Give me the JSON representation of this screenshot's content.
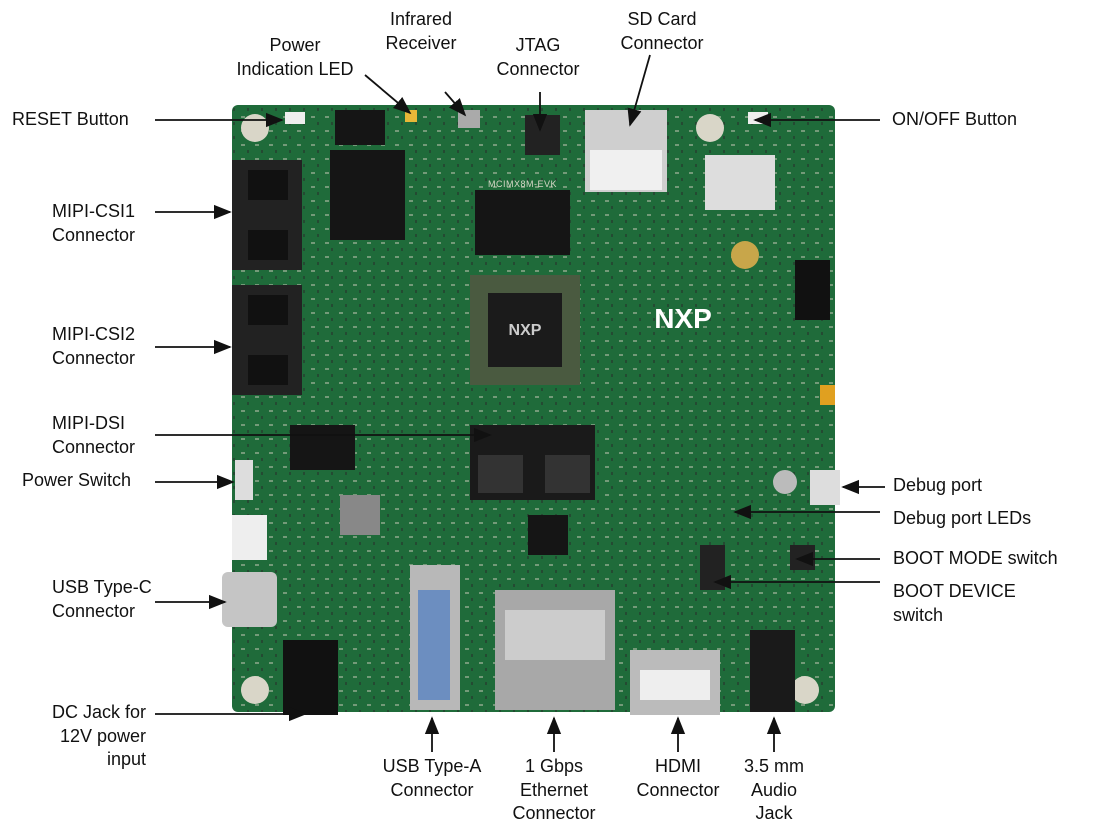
{
  "title": "NXP i.MX 8M EVK board overview",
  "board": {
    "logo": "NXP",
    "chip_logo": "NXP",
    "silkscreen": "MCIMX8M-EVK",
    "board_color": "#1f6b3a"
  },
  "labels": {
    "power_led": [
      "Power",
      "Indication LED"
    ],
    "infrared": [
      "Infrared",
      "Receiver"
    ],
    "jtag": [
      "JTAG",
      "Connector"
    ],
    "sd_card": [
      "SD Card",
      "Connector"
    ],
    "reset": [
      "RESET Button"
    ],
    "onoff": [
      "ON/OFF Button"
    ],
    "csi1": [
      "MIPI-CSI1",
      "Connector"
    ],
    "csi2": [
      "MIPI-CSI2",
      "Connector"
    ],
    "dsi": [
      "MIPI-DSI",
      "Connector"
    ],
    "power_switch": [
      "Power Switch"
    ],
    "debug_port": [
      "Debug port"
    ],
    "debug_leds": [
      "Debug port LEDs"
    ],
    "boot_mode": [
      "BOOT MODE switch"
    ],
    "boot_device": [
      "BOOT DEVICE",
      "switch"
    ],
    "usb_c": [
      "USB Type-C",
      "Connector"
    ],
    "dc_jack": [
      "DC Jack for",
      "12V power",
      "input"
    ],
    "usb_a": [
      "USB Type-A",
      "Connector"
    ],
    "ethernet": [
      "1 Gbps",
      "Ethernet",
      "Connector"
    ],
    "hdmi": [
      "HDMI",
      "Connector"
    ],
    "audio": [
      "3.5 mm",
      "Audio",
      "Jack"
    ]
  }
}
